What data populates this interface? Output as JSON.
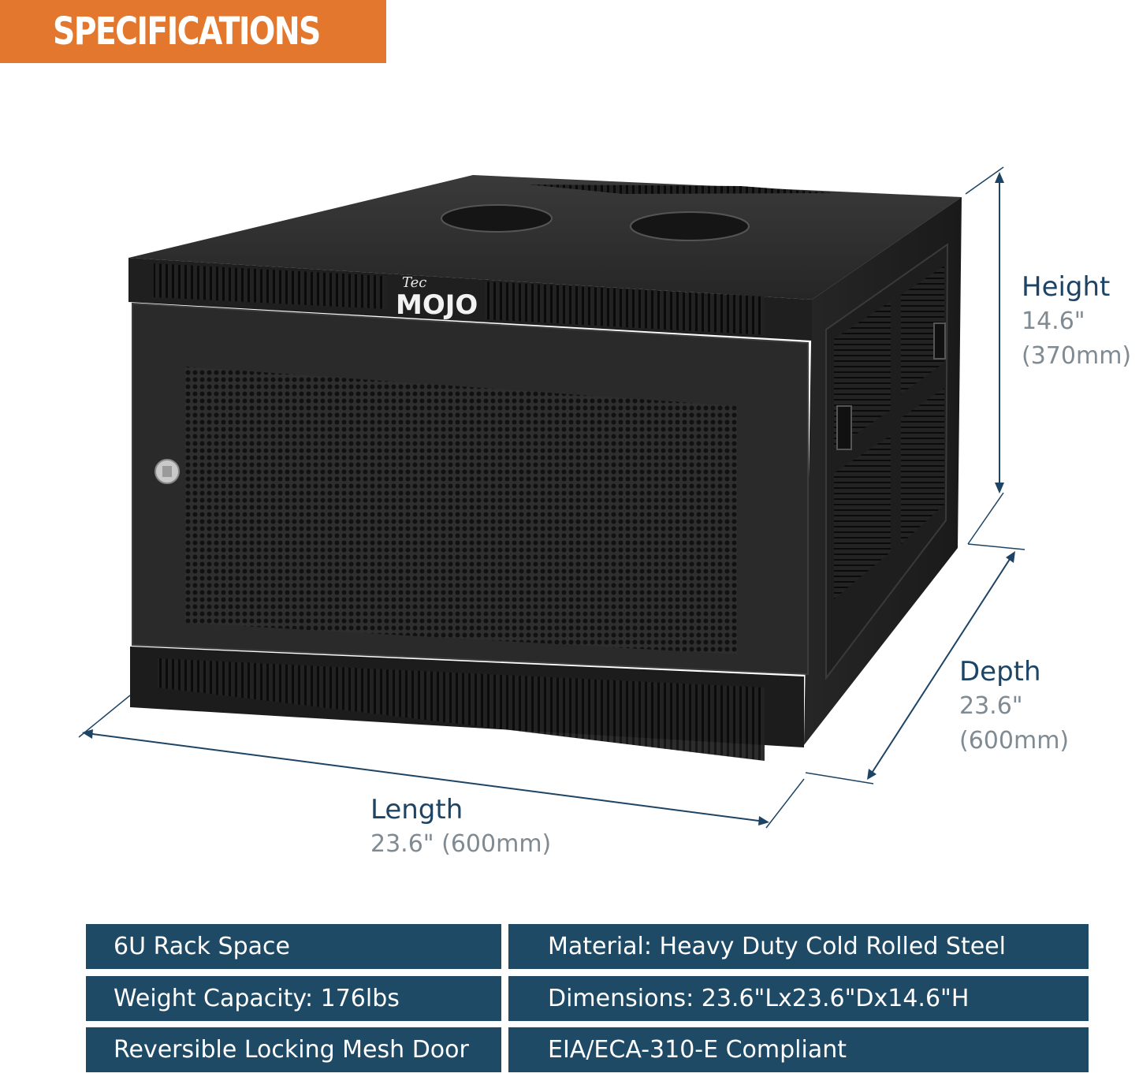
{
  "header": {
    "title": "SPECIFICATIONS"
  },
  "brand": {
    "small": "Tec",
    "large": "MOJO"
  },
  "dimensions": {
    "height": {
      "label": "Height",
      "value_in": "14.6\"",
      "value_mm": "(370mm)"
    },
    "depth": {
      "label": "Depth",
      "value_in": "23.6\"",
      "value_mm": "(600mm)"
    },
    "length": {
      "label": "Length",
      "value": "23.6\" (600mm)"
    }
  },
  "specs": {
    "left": [
      "6U Rack Space",
      "Weight Capacity: 176lbs",
      "Reversible Locking Mesh Door"
    ],
    "right": [
      "Material: Heavy Duty Cold Rolled Steel",
      "Dimensions: 23.6\"Lx23.6\"Dx14.6\"H",
      "EIA/ECA-310-E Compliant"
    ]
  },
  "colors": {
    "accent": "#e2772d",
    "navy": "#1f4a66",
    "text_navy": "#1d4464"
  }
}
